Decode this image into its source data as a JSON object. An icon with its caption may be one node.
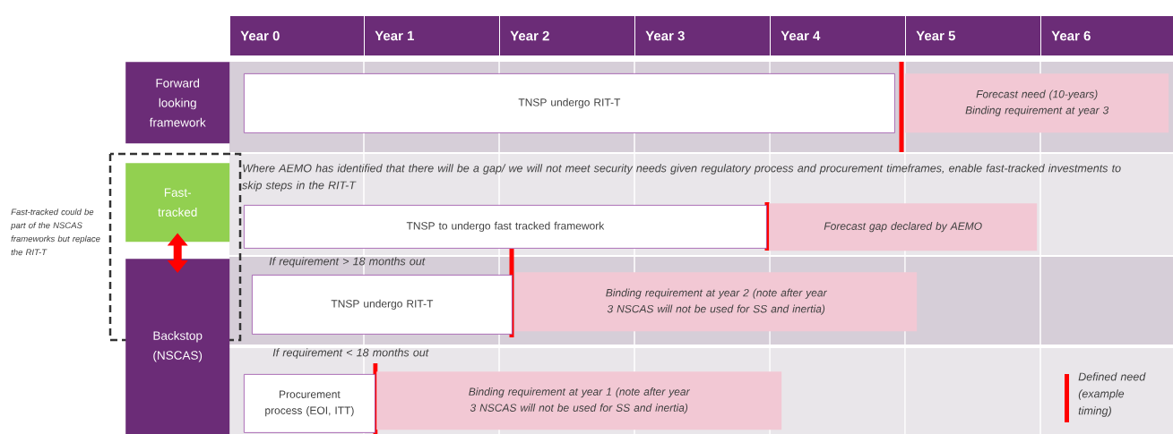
{
  "diagram": {
    "nodes": [
      {
        "text": [
          "Year 0"
        ]
      },
      {
        "text": [
          "Year 1"
        ]
      },
      {
        "text": [
          "Year 2"
        ]
      },
      {
        "text": [
          "Year 3"
        ]
      },
      {
        "text": [
          "Year 4"
        ]
      },
      {
        "text": [
          "Year 5"
        ]
      },
      {
        "text": [
          "Year 6"
        ]
      },
      {
        "text": [
          "Forward looking framework"
        ]
      },
      {
        "text": [
          "Fast-tracked"
        ]
      },
      {
        "text": [
          "Backstop (NSCAS)"
        ]
      },
      {
        "text": [
          "TNSP undergo RIT-T"
        ]
      },
      {
        "text": [
          "Forecast need (10-years)",
          "Binding requirement at year 3"
        ]
      },
      {
        "text": [
          "TNSP to undergo fast tracked framework"
        ]
      },
      {
        "text": [
          "Forecast gap declared by AEMO"
        ]
      },
      {
        "text": [
          "TNSP undergo RIT-T"
        ]
      },
      {
        "text": [
          "Binding requirement at year 2 (note after year 3 NSCAS will not be used for SS and inertia)"
        ]
      },
      {
        "text": [
          "Procurement process (EOI, ITT)"
        ]
      },
      {
        "text": [
          "Binding requirement at year 1 (note after year 3 NSCAS will not be used for SS and inertia)"
        ]
      }
    ],
    "edges": [
      {
        "from": 8,
        "to": 9,
        "arrow": "both"
      }
    ],
    "labels": [
      "Where AEMO has identified that there will be a gap/ we will not meet security needs given regulatory process and procurement timeframes, enable fast-tracked investments to skip steps in the RIT-T",
      "If requirement > 18 months out",
      "If requirement < 18 months out",
      "Fast-tracked could be part of the NSCAS frameworks but replace the RIT-T"
    ],
    "legend": [
      {
        "text": "Defined need (example timing)"
      }
    ]
  }
}
